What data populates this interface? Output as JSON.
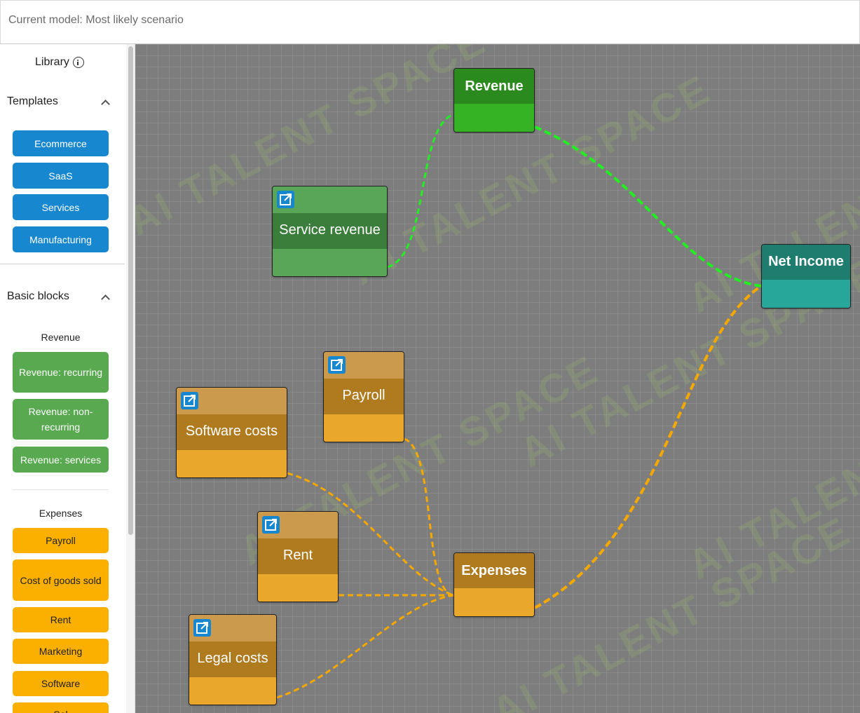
{
  "header": {
    "model_label": "Current model: Most likely scenario"
  },
  "sidebar": {
    "library_title": "Library",
    "templates": {
      "heading": "Templates",
      "items": [
        "Ecommerce",
        "SaaS",
        "Services",
        "Manufacturing"
      ]
    },
    "basic_blocks": {
      "heading": "Basic blocks",
      "revenue_label": "Revenue",
      "revenue_items": [
        "Revenue: recurring",
        "Revenue: non-recurring",
        "Revenue: services"
      ],
      "expenses_label": "Expenses",
      "expense_items": [
        "Payroll",
        "Cost of goods sold",
        "Rent",
        "Marketing",
        "Software",
        "Sal"
      ]
    }
  },
  "canvas": {
    "watermark": "AI TALENT SPACE",
    "nodes": {
      "revenue": "Revenue",
      "service_revenue": "Service revenue",
      "net_income": "Net Income",
      "payroll": "Payroll",
      "software_costs": "Software costs",
      "rent": "Rent",
      "expenses": "Expenses",
      "legal_costs": "Legal costs"
    }
  },
  "colors": {
    "template_blue": "#1787cf",
    "revenue_green": "#58a94f",
    "expense_orange": "#fbb000",
    "net_income_teal": "#27a79a",
    "wire_green": "#22ee22",
    "wire_orange": "#f5a800",
    "canvas_bg": "#7d7d7d"
  }
}
